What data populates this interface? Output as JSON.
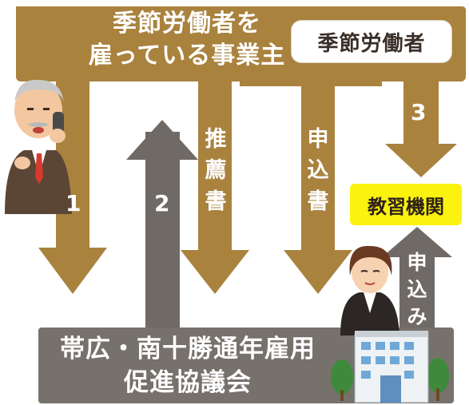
{
  "employer": {
    "label": "季節労働者を\n雇っている事業主"
  },
  "worker": {
    "label": "季節労働者"
  },
  "training_institution": {
    "label": "教習機関"
  },
  "council": {
    "label": "帯広・南十勝通年雇用\n促進協議会"
  },
  "flows": {
    "step1": "1",
    "step2": "2",
    "step3": "3",
    "recommendation": "推\n薦\n書",
    "application_form": "申\n込\n書",
    "apply": "申\n込\nみ"
  },
  "colors": {
    "employer_band": "#a9823e",
    "arrow_gold": "#a9823e",
    "arrow_gray": "#6f6a66",
    "council_band": "#77716c",
    "school_highlight": "#fbf20f"
  }
}
